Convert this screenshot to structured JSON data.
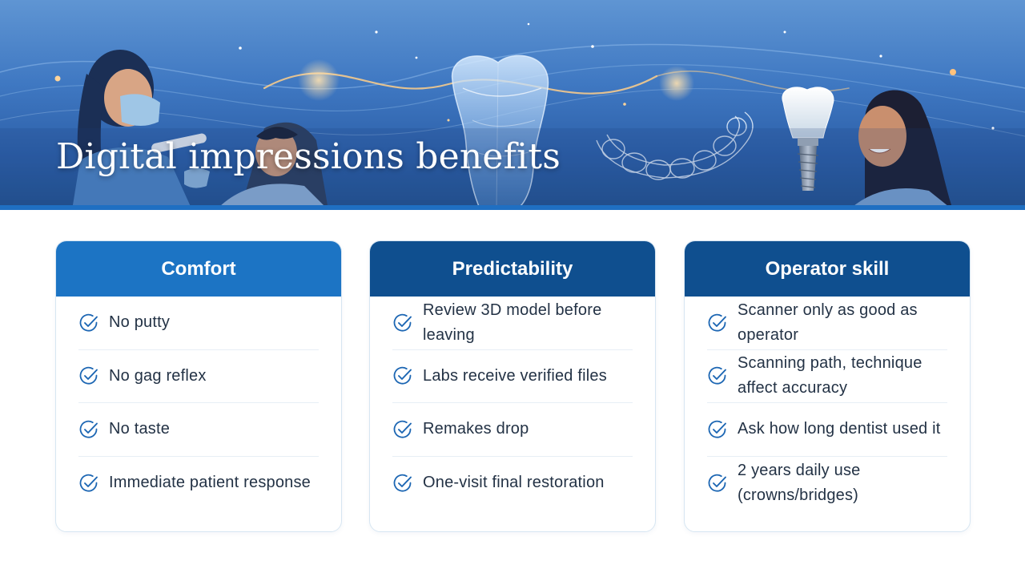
{
  "banner": {
    "title": "Digital impressions benefits"
  },
  "colors": {
    "card_header_light": "#1c74c4",
    "card_header_dark": "#0f4f8f",
    "check_icon": "#1c66b3",
    "body_text": "#233245"
  },
  "cards": [
    {
      "title": "Comfort",
      "items": [
        "No putty",
        "No gag reflex",
        "No taste",
        "Immediate patient response"
      ]
    },
    {
      "title": "Predictability",
      "items": [
        "Review 3D model before leaving",
        "Labs receive verified files",
        "Remakes drop",
        "One-visit final restoration"
      ]
    },
    {
      "title": "Operator skill",
      "items": [
        "Scanner only as good as operator",
        "Scanning path, technique affect accuracy",
        "Ask how long dentist used it",
        "2 years daily use (crowns/bridges)"
      ]
    }
  ],
  "icons": {
    "item_marker": "check-circle-icon"
  }
}
